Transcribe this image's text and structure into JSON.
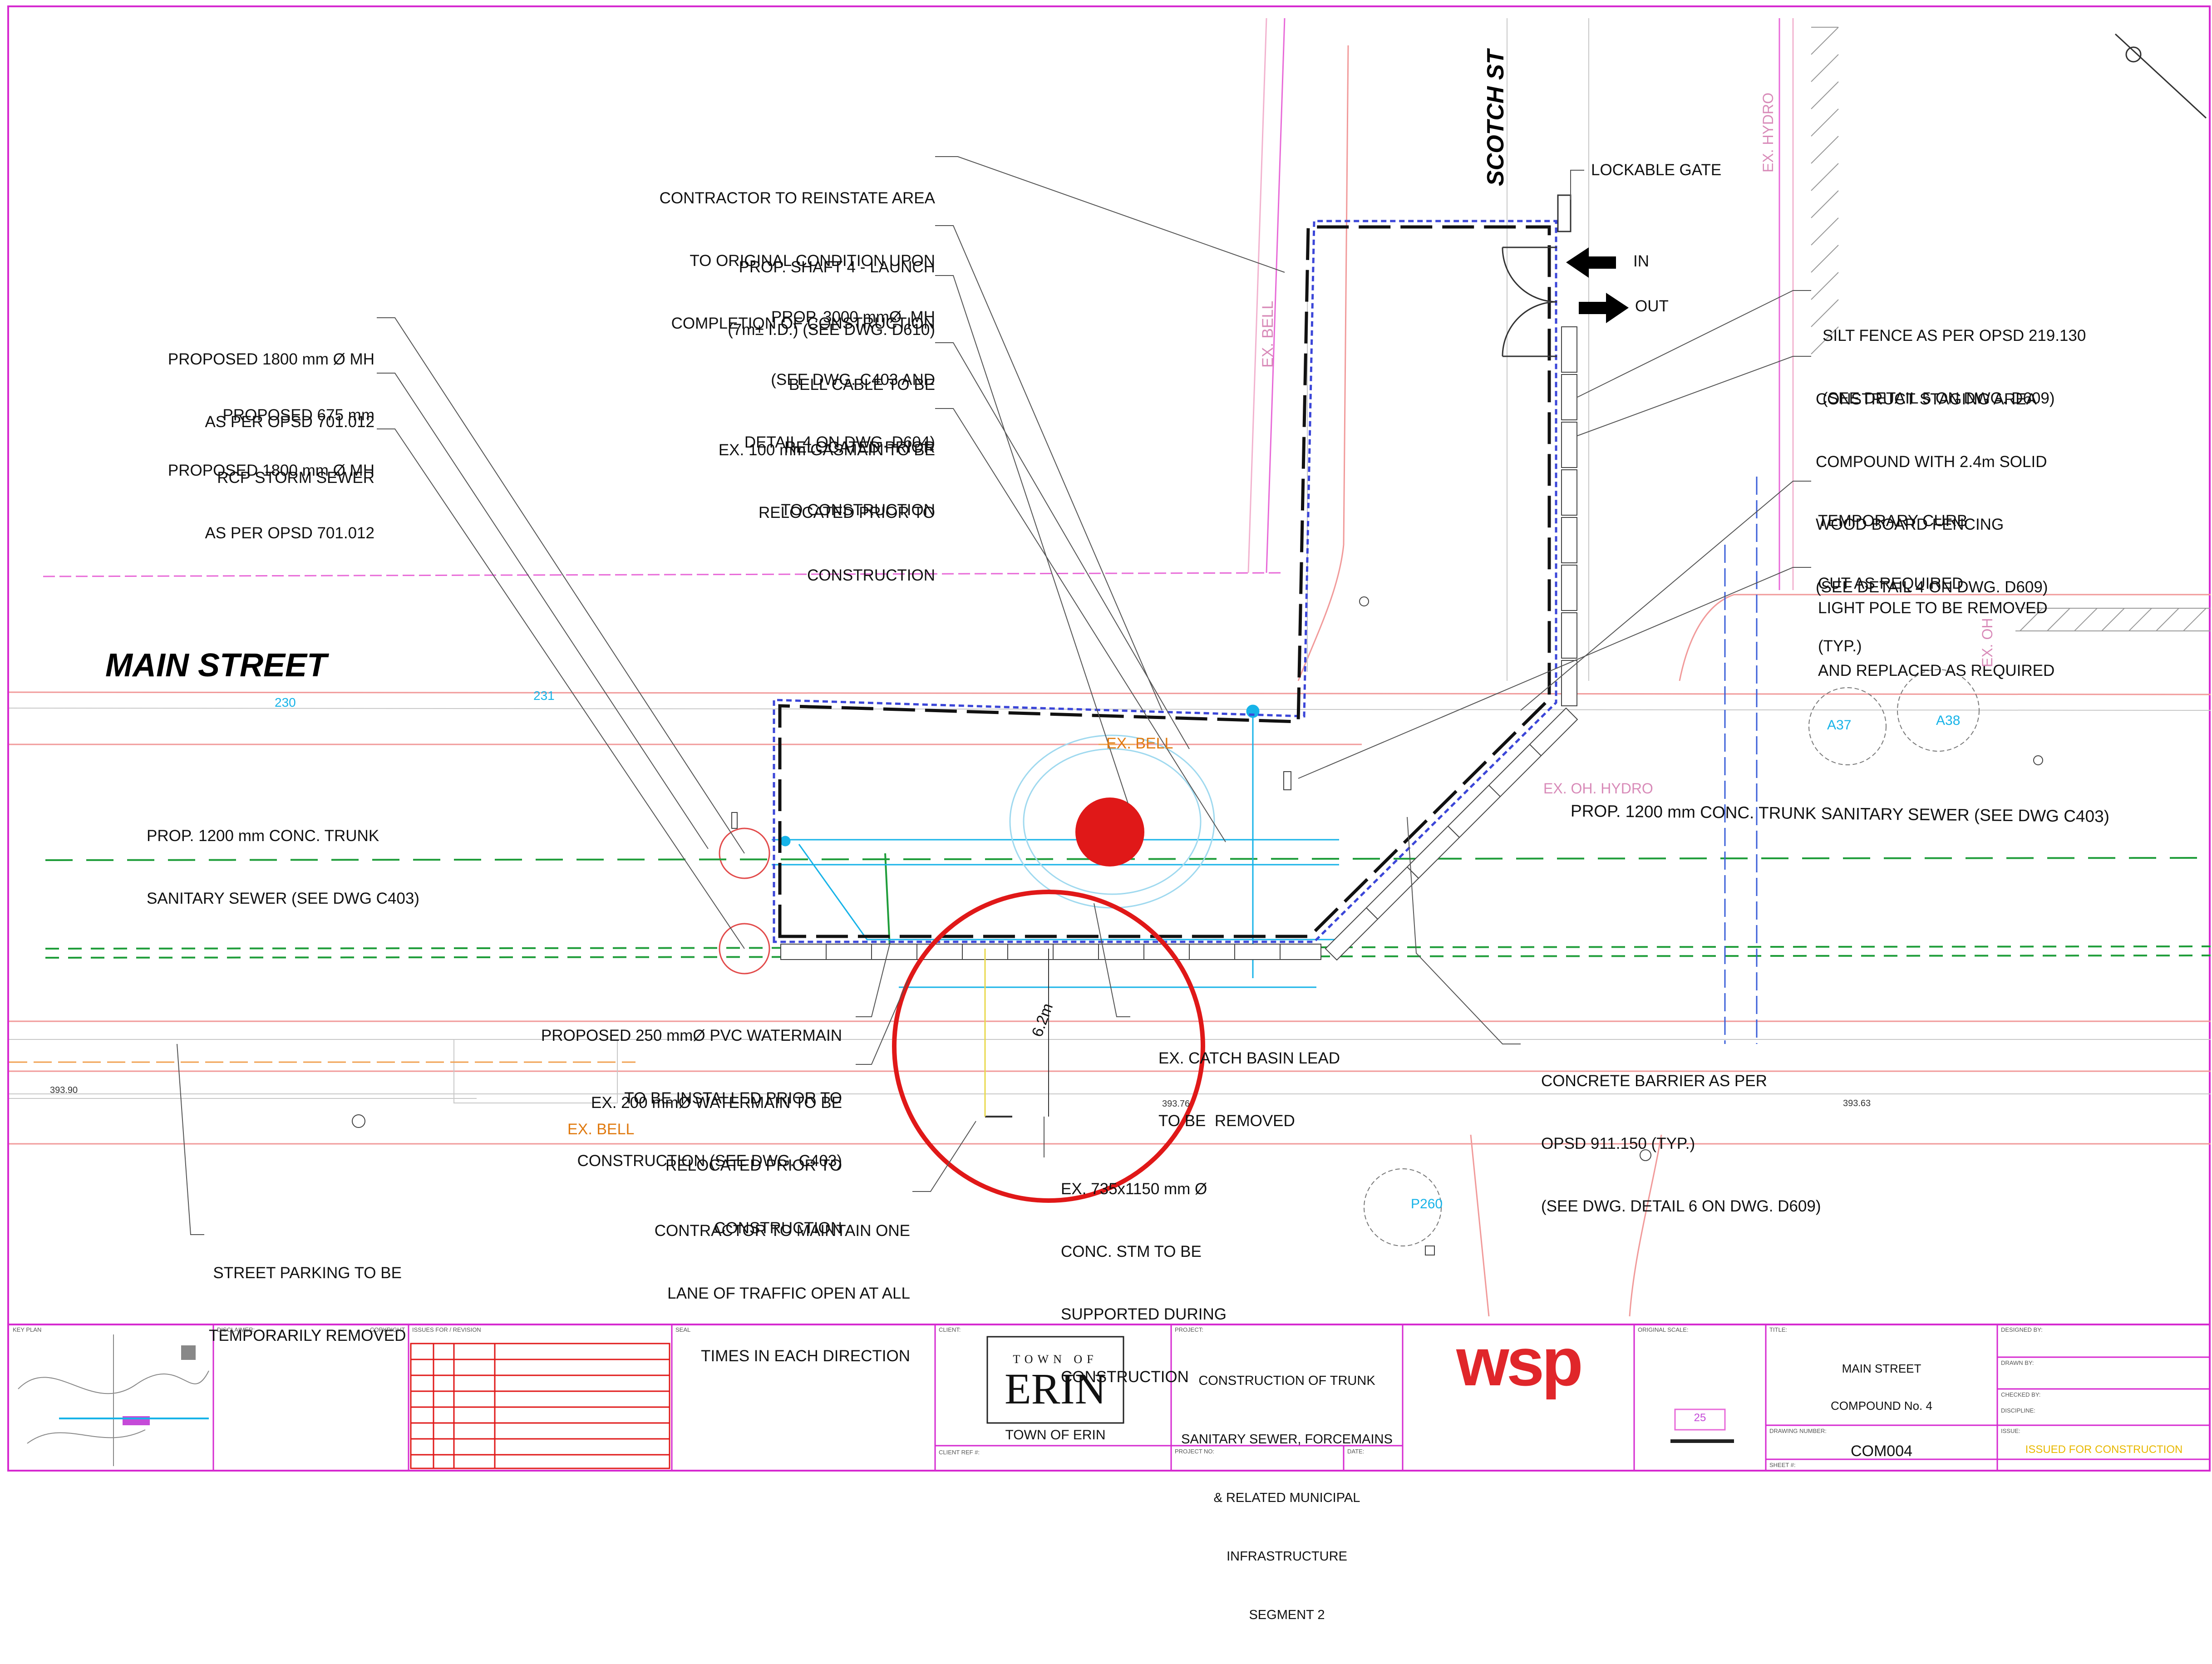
{
  "streets": {
    "main": "MAIN STREET",
    "scotch": "SCOTCH ST"
  },
  "callouts": {
    "reinstate": [
      "CONTRACTOR TO REINSTATE AREA",
      "TO ORIGINAL CONDITION UPON",
      "COMPLETION OF CONSTRUCTION"
    ],
    "shaft": [
      "PROP. SHAFT 4 - LAUNCH",
      "(7m± I.D.) (SEE DWG. D610)"
    ],
    "mh3000": [
      "PROP. 3000 mmØ  MH",
      "(SEE DWG. C403 AND",
      "DETAIL 4 ON DWG. D604)"
    ],
    "bell_cable": [
      "BELL CABLE TO BE",
      "RELOCATED PRIOR",
      "TO CONSTRUCTION"
    ],
    "gasmain": [
      "EX. 100 mm GASMAIN TO BE",
      "RELOCATED PRIOR TO",
      "CONSTRUCTION"
    ],
    "mh1800_a": [
      "PROPOSED 1800 mm Ø MH",
      "AS PER OPSD 701.012"
    ],
    "storm": [
      "PROPOSED 675 mm",
      "RCP STORM SEWER"
    ],
    "mh1800_b": [
      "PROPOSED 1800 mm Ø MH",
      "AS PER OPSD 701.012"
    ],
    "lockable_gate": "LOCKABLE GATE",
    "gate_in": "IN",
    "gate_out": "OUT",
    "silt_fence": [
      "SILT FENCE AS PER OPSD 219.130",
      "(SEE DETAIL 5 ON DWG. D609)"
    ],
    "staging": [
      "CONSTRUCT STAGING AREA",
      "COMPOUND WITH 2.4m SOLID",
      "WOOD BOARD FENCING",
      "(SEE DETAIL 4 ON DWG. D609)"
    ],
    "curb_cut": [
      "TEMPORARY CURB",
      "CUT AS REQUIRED",
      "(TYP.)"
    ],
    "light_pole": [
      "LIGHT POLE TO BE REMOVED",
      "AND REPLACED AS REQUIRED"
    ],
    "trunk_left": [
      "PROP. 1200 mm CONC. TRUNK",
      "SANITARY SEWER (SEE DWG C403)"
    ],
    "trunk_right": "PROP. 1200 mm CONC. TRUNK SANITARY SEWER (SEE DWG C403)",
    "watermain_250": [
      "PROPOSED 250 mmØ PVC WATERMAIN",
      "TO BE INSTALLED PRIOR TO",
      "CONSTRUCTION (SEE DWG. C403)"
    ],
    "watermain_200": [
      "EX. 200 mmØ WATERMAIN TO BE",
      "RELOCATED PRIOR TO",
      "CONSTRUCTION"
    ],
    "catch_basin": [
      "EX. CATCH BASIN LEAD",
      "TO BE  REMOVED"
    ],
    "barrier": [
      "CONCRETE BARRIER AS PER",
      "OPSD 911.150 (TYP.)",
      "(SEE DWG. DETAIL 6 ON DWG. D609)"
    ],
    "stm": [
      "EX. 735x1150 mm Ø",
      "CONC. STM TO BE",
      "SUPPORTED DURING",
      "CONSTRUCTION"
    ],
    "traffic": [
      "CONTRACTOR TO MAINTAIN ONE",
      "LANE OF TRAFFIC OPEN AT ALL",
      "TIMES IN EACH DIRECTION"
    ],
    "parking": [
      "STREET PARKING TO BE",
      "TEMPORARILY REMOVED"
    ]
  },
  "map_labels": {
    "ex_bell_1": "EX. BELL",
    "ex_bell_2": "EX. BELL",
    "ex_bell_v": "EX. BELL",
    "ex_oh_hydro": "EX. OH. HYDRO",
    "ex_hydro_v": "EX. HYDRO",
    "ex_oh_v": "EX. OH",
    "dim_62": "6.2m",
    "a37": "A37",
    "a38": "A38",
    "p260": "P260",
    "n230": "230",
    "n231": "231",
    "elev_left": "393.90",
    "elev_mid": "393.76",
    "elev_right": "393.63"
  },
  "title_block": {
    "key_plan_label": "KEY PLAN",
    "disclaimer_label": "DISCLAIMER:",
    "copyright_label": "COPYRIGHT",
    "issues_label": "ISSUES FOR / REVISION",
    "seal_label": "SEAL",
    "client_label": "CLIENT:",
    "client_logo_top": "TOWN OF",
    "client_logo_main": "ERIN",
    "client_name": "TOWN OF ERIN",
    "client_ref_label": "CLIENT REF #:",
    "project_label": "PROJECT:",
    "project_lines": [
      "CONSTRUCTION OF TRUNK",
      "SANITARY SEWER, FORCEMAINS",
      "& RELATED MUNICIPAL",
      "INFRASTRUCTURE",
      "SEGMENT 2"
    ],
    "project_no_label": "PROJECT NO:",
    "date_label": "DATE:",
    "consultant_logo": "wsp",
    "original_scale_label": "ORIGINAL SCALE:",
    "scale_value": "25",
    "title_label": "TITLE:",
    "title_line1": "MAIN STREET",
    "title_line2": "COMPOUND No. 4",
    "drawing_number_label": "DRAWING NUMBER:",
    "drawing_number": "COM004",
    "sheet_label": "SHEET #:",
    "designed_by_label": "DESIGNED BY:",
    "drawn_by_label": "DRAWN BY:",
    "checked_by_label": "CHECKED BY:",
    "discipline_label": "DISCIPLINE:",
    "issue_label": "ISSUE:",
    "issue_value": "ISSUED FOR CONSTRUCTION"
  },
  "colors": {
    "border": "#d62ad0",
    "compound": "#1a1aa8",
    "highlight_circle": "#e01818",
    "water": "#1f9d3a",
    "bell": "#e07a10",
    "cyan": "#17b3e8",
    "property": "#e86ad8",
    "wsp_red": "#e0262a"
  }
}
